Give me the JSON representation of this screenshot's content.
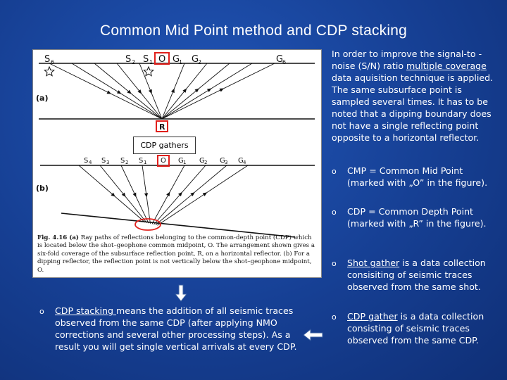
{
  "title": "Common Mid Point method and CDP stacking",
  "figure": {
    "labels_a": [
      "S",
      "S",
      "S",
      "O",
      "G",
      "G",
      "G"
    ],
    "subscripts_a": [
      "6",
      "2",
      "1",
      "",
      "1",
      "2",
      "6"
    ],
    "part_a": "(a)",
    "part_b": "(b)",
    "r_label": "R",
    "labels_b": [
      "S",
      "S",
      "S",
      "S",
      "O",
      "G",
      "G",
      "G",
      "G"
    ],
    "subscripts_b": [
      "4",
      "3",
      "2",
      "1",
      "",
      "1",
      "2",
      "3",
      "4"
    ],
    "cdp_gathers": "CDP gathers",
    "caption_bold": "Fig. 4.16 (a)",
    "caption": "Ray paths of reflections belonging to the common-depth point (CDP) which is located below the shot–geophone common midpoint, O. The arrangement shown gives a six-fold coverage of the subsurface reflection point, R, on a horizontal reflector. (b) For a dipping reflector, the reflection point is not vertically below the shot–geophone midpoint, O."
  },
  "intro": {
    "before": "In order to improve the signal-to -noise (S/N) ratio ",
    "link": "multiple coverage",
    "after": " data aquisition technique is applied. The same subsurface point is sampled several times. It has to be noted that a dipping boundary does not have a single reflecting point opposite to a horizontal reflector."
  },
  "bullets": [
    {
      "mark": "o",
      "text": "CMP = Common Mid Point (marked with „O” in the figure)."
    },
    {
      "mark": "o",
      "text": "CDP = Common Depth Point (marked with „R” in the figure)."
    },
    {
      "mark": "o",
      "term": "Shot gather",
      "text": " is a data collection consisiting of seismic traces observed from the same shot."
    },
    {
      "mark": "o",
      "term": "CDP gather",
      "text": " is a data collection consisting of seismic traces observed from the same CDP."
    }
  ],
  "stacking": {
    "mark": "o",
    "term": "CDP stacking ",
    "text": "means the addition of all seismic traces observed from the same CDP (after applying NMO corrections and several other processing steps). As a result you will get single vertical arrivals at every CDP."
  },
  "colors": {
    "background": "#163f93",
    "highlight_red": "#e0201c",
    "arrow_fill": "#ffffff",
    "arrow_stroke": "#3a5fa0"
  }
}
